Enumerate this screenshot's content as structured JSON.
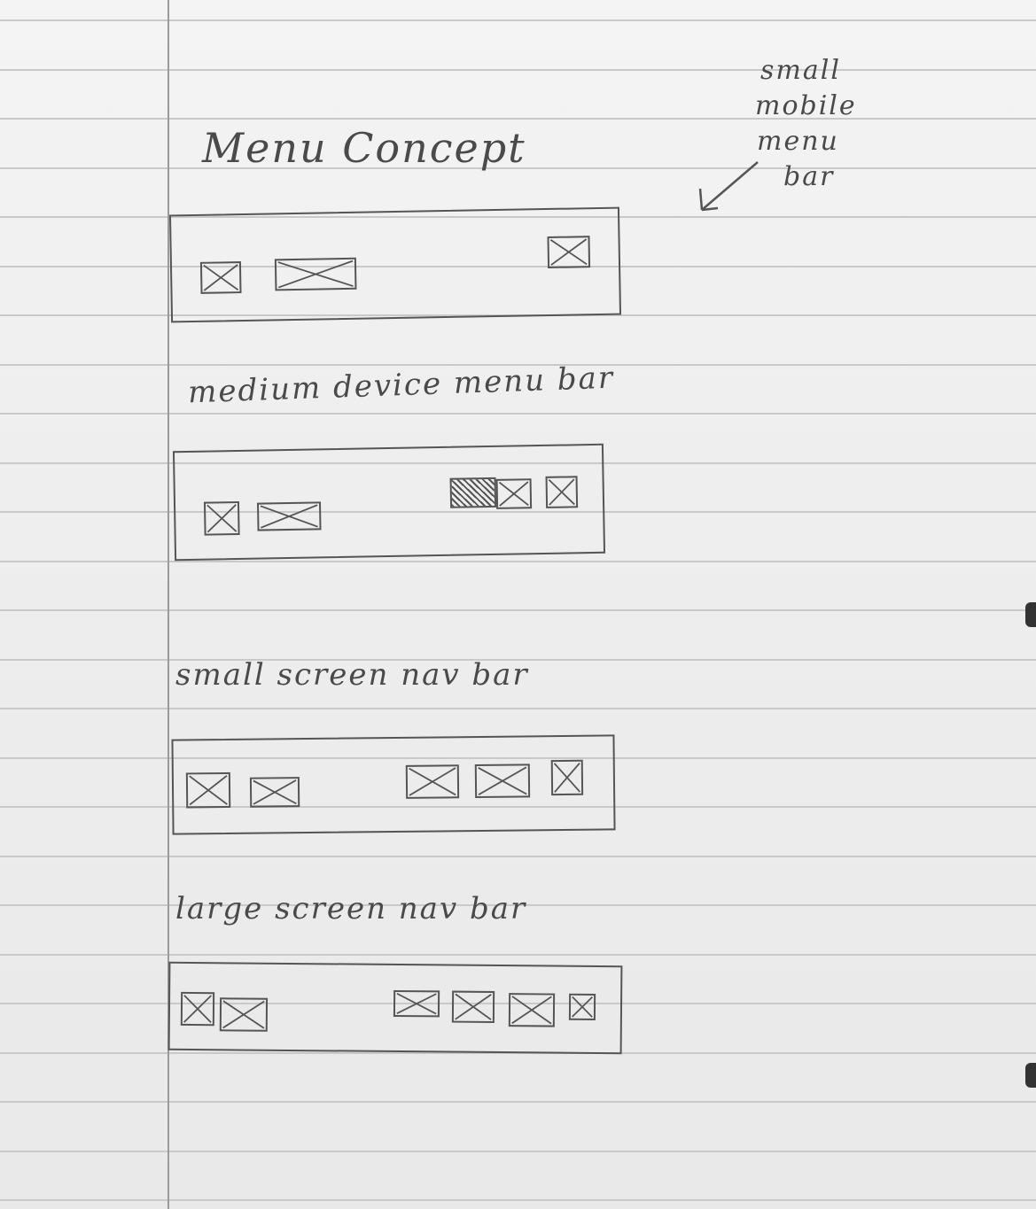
{
  "title": "Menu Concept",
  "note": [
    "small",
    "mobile",
    "menu",
    "bar"
  ],
  "sections": [
    {
      "label": "medium device menu bar"
    },
    {
      "label": "small screen nav bar"
    },
    {
      "label": "large screen nav bar"
    }
  ],
  "colors": {
    "ink": "#4a4a4a",
    "paper": "#f1f1f1",
    "rule": "#c9c9c9"
  }
}
